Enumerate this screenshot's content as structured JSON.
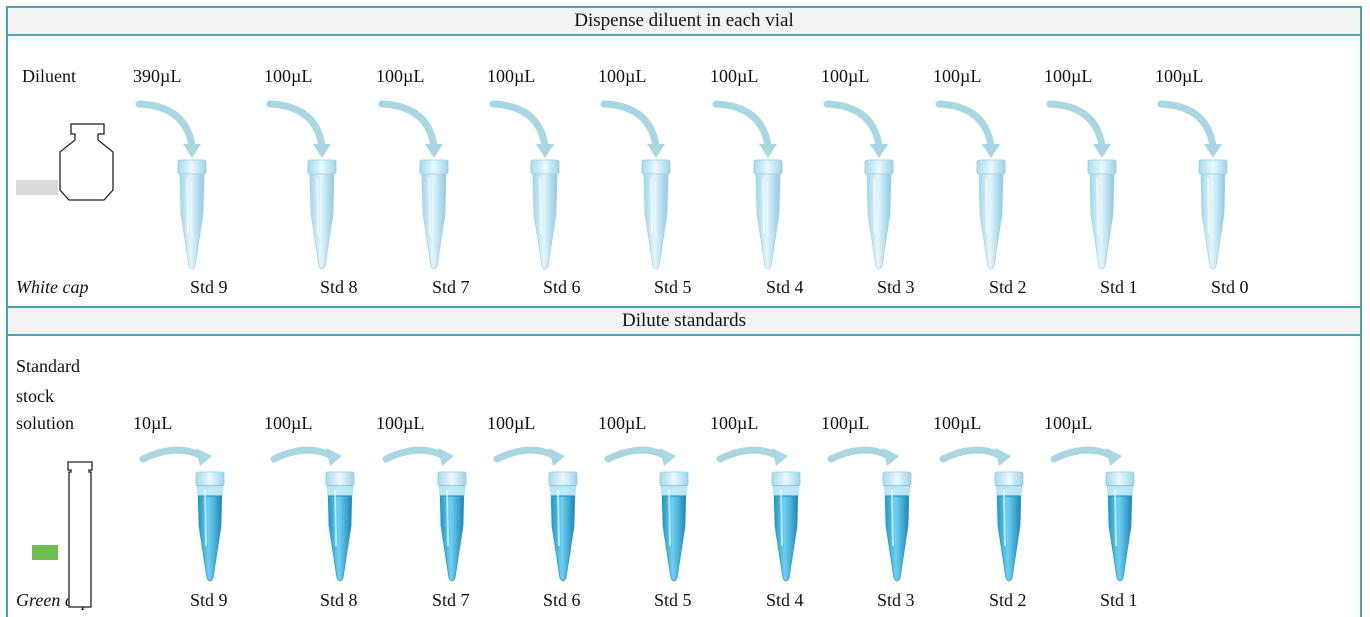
{
  "section1": {
    "title": "Dispense diluent in each vial",
    "source_label": "Diluent",
    "cap_label": "White cap",
    "volumes": [
      "390µL",
      "100µL",
      "100µL",
      "100µL",
      "100µL",
      "100µL",
      "100µL",
      "100µL",
      "100µL",
      "100µL"
    ],
    "tubes": [
      "Std 9",
      "Std 8",
      "Std 7",
      "Std 6",
      "Std 5",
      "Std 4",
      "Std 3",
      "Std 2",
      "Std 1",
      "Std 0"
    ]
  },
  "section2": {
    "title": "Dilute standards",
    "source_label_lines": [
      "Standard",
      "stock",
      "solution"
    ],
    "cap_label": "Green cap",
    "volumes": [
      "10µL",
      "100µL",
      "100µL",
      "100µL",
      "100µL",
      "100µL",
      "100µL",
      "100µL",
      "100µL"
    ],
    "tubes": [
      "Std 9",
      "Std 8",
      "Std 7",
      "Std 6",
      "Std 5",
      "Std 4",
      "Std 3",
      "Std 2",
      "Std 1"
    ]
  },
  "colors": {
    "border": "#4aa3b5",
    "arrow": "#a9d6e3",
    "tube_empty": "#bfe6f4",
    "tube_filled": "#3fb0da",
    "white_cap": "#d9d9d9",
    "green_cap": "#6cbf4f"
  }
}
